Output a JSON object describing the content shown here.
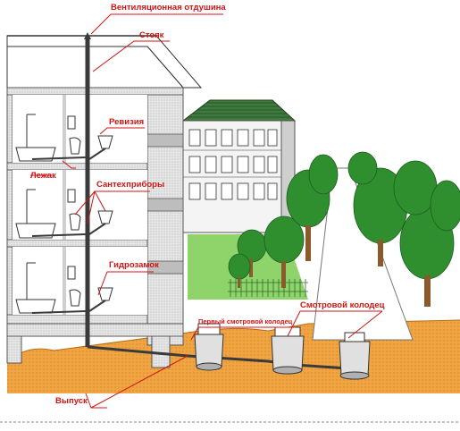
{
  "labels": {
    "vent": "Вентиляционная отдушина",
    "stoyak": "Стояк",
    "reviziya": "Ревизия",
    "lezhak": "Лежак",
    "santehpribory": "Сантехприборы",
    "gidrozamok": "Гидрозамок",
    "first_well": "Первый смотровой колодец",
    "inspection_well": "Смотровой колодец",
    "vypusk": "Выпуск"
  },
  "colors": {
    "label": "#d11414",
    "ground": "#f0a542",
    "wall": "#dcdcdc",
    "trees": "#2f8f2f",
    "lawn": "#8fd46a",
    "pipe": "#3a3a3a"
  }
}
